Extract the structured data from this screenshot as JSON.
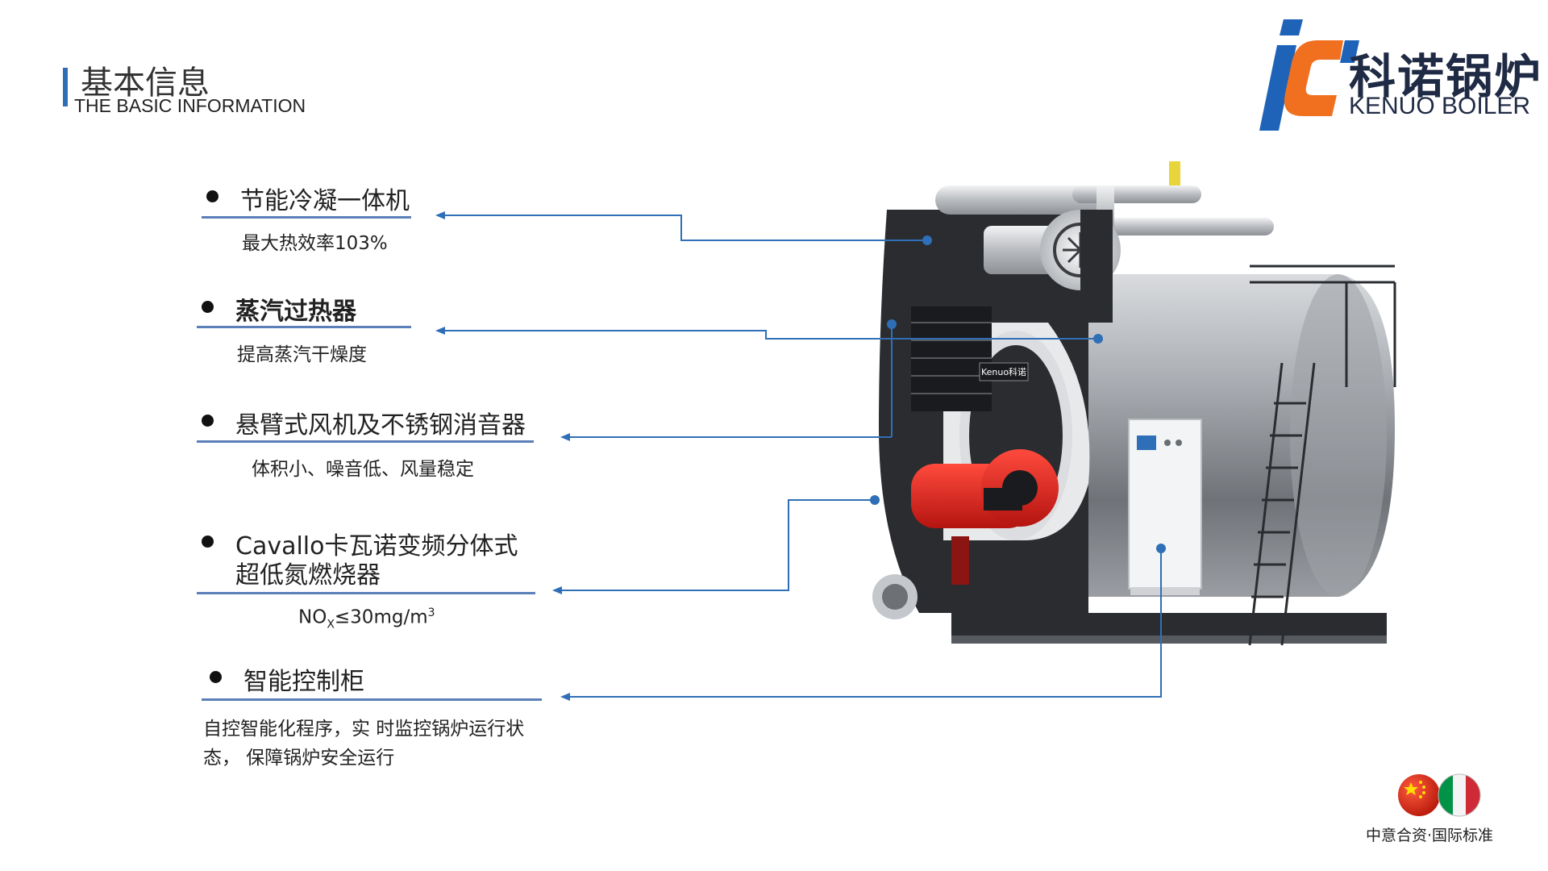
{
  "header": {
    "title_cn": "基本信息",
    "title_en": "THE BASIC INFORMATION"
  },
  "logo": {
    "name_cn": "科诺锅炉",
    "name_en": "KENUO BOILER",
    "colors": {
      "blue": "#1e63b8",
      "orange": "#f07020",
      "dark": "#1f2a44"
    }
  },
  "features": [
    {
      "title": "节能冷凝一体机",
      "desc": "最大热效率103%"
    },
    {
      "title": "蒸汽过热器",
      "desc": "提高蒸汽干燥度"
    },
    {
      "title": "悬臂式风机及不锈钢消音器",
      "desc": "体积小、噪音低、风量稳定"
    },
    {
      "title_line1": "Cavallo卡瓦诺变频分体式",
      "title_line2": "超低氮燃烧器",
      "desc_main": "NO",
      "desc_sub": "X",
      "desc_mid": "≤30mg/m",
      "desc_sup": "3"
    },
    {
      "title": "智能控制柜",
      "desc_line1": "自控智能化程序，实 时监控锅炉运行状",
      "desc_line2": "态， 保障锅炉安全运行"
    }
  ],
  "boiler": {
    "nameplate": "Kenuo科诺",
    "body_color": "#8c9096",
    "dark_color": "#2a2c30",
    "burner_color": "#e3201b"
  },
  "flags": {
    "caption": "中意合资·国际标准",
    "china_color": "#de2910",
    "italy_colors": [
      "#009246",
      "#ffffff",
      "#ce2b37"
    ]
  },
  "accent_color": "#2f6fb7"
}
